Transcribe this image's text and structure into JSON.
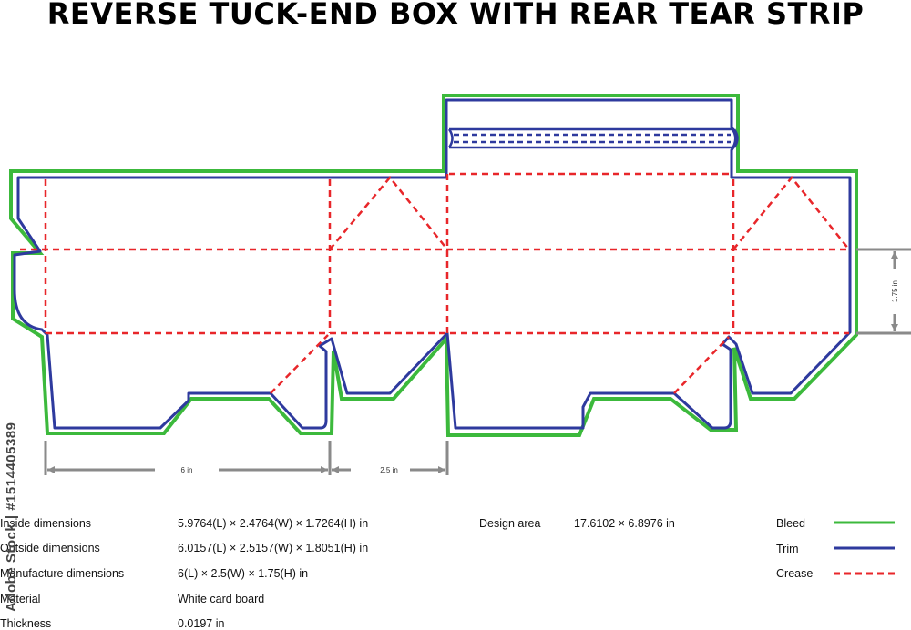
{
  "title": "REVERSE TUCK-END BOX WITH REAR TEAR STRIP",
  "dimensions": {
    "length": "6 in",
    "width": "2.5 in",
    "height": "1.75 in"
  },
  "specs": [
    {
      "label": "Inside dimensions",
      "value": "5.9764(L) × 2.4764(W) × 1.7264(H) in"
    },
    {
      "label": "Outside dimensions",
      "value": "6.0157(L) × 2.5157(W) × 1.8051(H) in"
    },
    {
      "label": "Manufacture dimensions",
      "value": "6(L) × 2.5(W) × 1.75(H) in"
    },
    {
      "label": "Material",
      "value": "White card board"
    },
    {
      "label": "Thickness",
      "value": "0.0197 in"
    }
  ],
  "design_area": {
    "label": "Design area",
    "value": "17.6102 × 6.8976 in"
  },
  "legend": [
    {
      "label": "Bleed",
      "color": "#3cb93c",
      "style": "solid"
    },
    {
      "label": "Trim",
      "color": "#2e3a9e",
      "style": "solid"
    },
    {
      "label": "Crease",
      "color": "#e8262a",
      "style": "dashed"
    }
  ],
  "watermark": "Adobe Stock | #1514405389"
}
